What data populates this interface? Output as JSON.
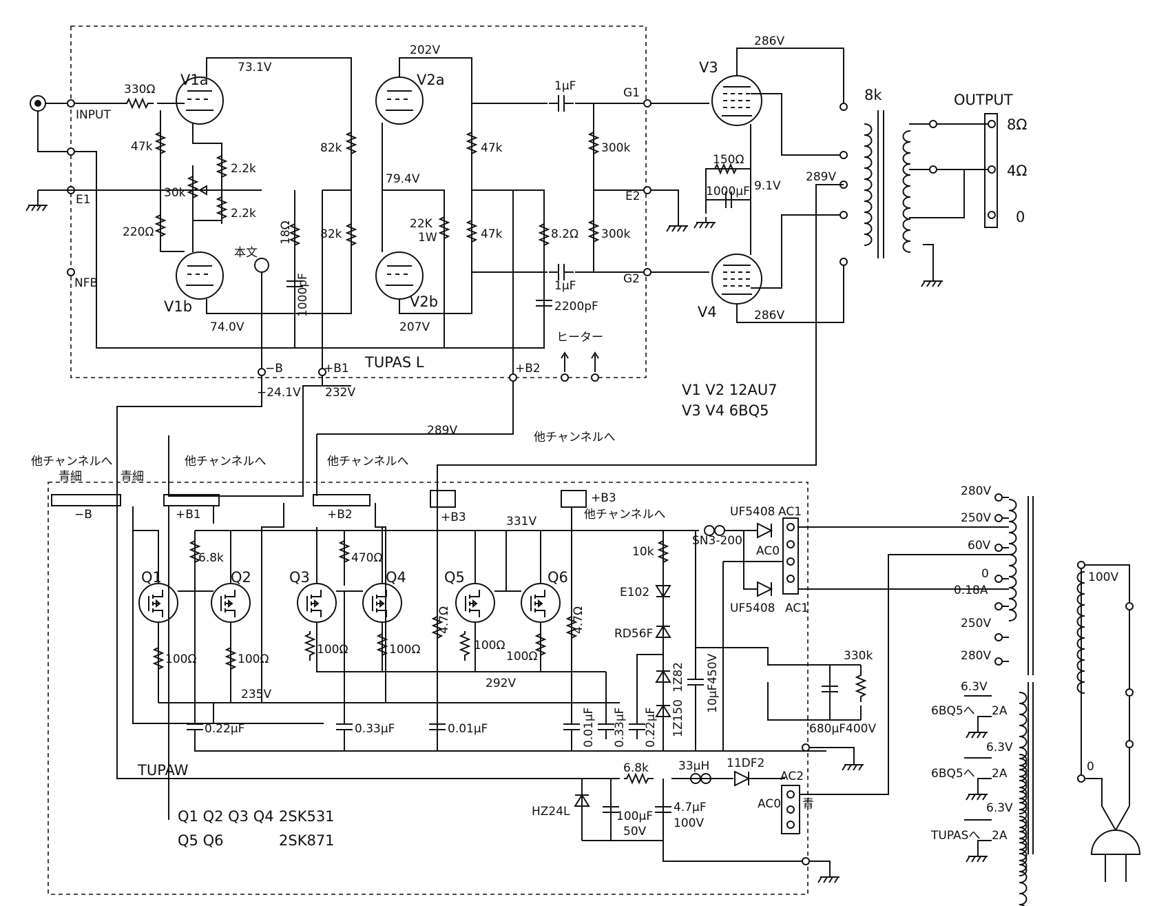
{
  "labels": {
    "r330": "330Ω",
    "input": "INPUT",
    "e1": "E1",
    "nfb": "NFB",
    "r47k_a": "47k",
    "r220": "220Ω",
    "r30k": "30k",
    "r22k_a": "2.2k",
    "r22k_b": "2.2k",
    "v1a": "V1a",
    "v1b": "V1b",
    "v731": "73.1V",
    "v740": "74.0V",
    "honbun": "本文",
    "r82k_a": "82k",
    "r82k_b": "82k",
    "r18": "18Ω",
    "c1000p": "1000pF",
    "v2a": "V2a",
    "v2b": "V2b",
    "v202": "202V",
    "v794": "79.4V",
    "v207": "207V",
    "r22k1w_a": "22K",
    "r22k1w_b": "1W",
    "r47k_b": "47k",
    "r47k_c": "47k",
    "r82": "8.2Ω",
    "c2200p": "2200pF",
    "c1uf": "1μF",
    "r300k": "300k",
    "g1": "G1",
    "e2": "E2",
    "g2": "G2",
    "heater": "ヒーター",
    "tupas_l": "TUPAS  L",
    "minus_b": "−B",
    "plus_b1": "+B1",
    "plus_b2": "+B2",
    "plus_b3": "+B3",
    "v241": "−24.1V",
    "v232": "232V",
    "v289": "289V",
    "v289b": "289V",
    "v3": "V3",
    "v4": "V4",
    "v286": "286V",
    "r150": "150Ω",
    "c1000uf": "1000μF",
    "v91": "9.1V",
    "ot_8k": "8k",
    "output": "OUTPUT",
    "o8": "8Ω",
    "o4": "4Ω",
    "o0": "0",
    "tubes1": "V1 V2  12AU7",
    "tubes2": "V3 V4  6BQ5",
    "other_ch": "他チャンネルへ",
    "blue_thin": "青細",
    "v331": "331V",
    "r68k": "6.8k",
    "r470": "470Ω",
    "q1": "Q1",
    "q2": "Q2",
    "q3": "Q3",
    "q4": "Q4",
    "q5": "Q5",
    "q6": "Q6",
    "r100": "100Ω",
    "r47": "4.7Ω",
    "v235": "235V",
    "v292": "292V",
    "c022": "0.22μF",
    "c033": "0.33μF",
    "c001": "0.01μF",
    "r10k": "10k",
    "e102": "E102",
    "rd56f": "RD56F",
    "z82": "1Z82",
    "z150": "1Z150",
    "c10uf": "10μF450V",
    "sn3": "SN3-200",
    "uf5408": "UF5408",
    "ac1": "AC1",
    "ac0": "AC0",
    "ac2": "AC2",
    "r330k": "330k",
    "c680uf": "680μF400V",
    "tupaw": "TUPAW",
    "l33uh": "33μH",
    "df2": "11DF2",
    "blue": "青",
    "hz24l": "HZ24L",
    "c100uf": "100μF",
    "v50": "50V",
    "c47uf": "4.7μF",
    "v100": "100V",
    "qlist1": "Q1 Q2 Q3 Q4",
    "part1": "2SK531",
    "qlist2": "Q5 Q6",
    "part2": "2SK871",
    "pt280": "280V",
    "pt250": "250V",
    "pt60": "60V",
    "pt0": "0",
    "pt018a": "0.18A",
    "pt63": "6.3V",
    "to_6bq5": "6BQ5へ",
    "to_tupas": "TUPASへ",
    "a2": "2A",
    "pt100v": "100V"
  }
}
